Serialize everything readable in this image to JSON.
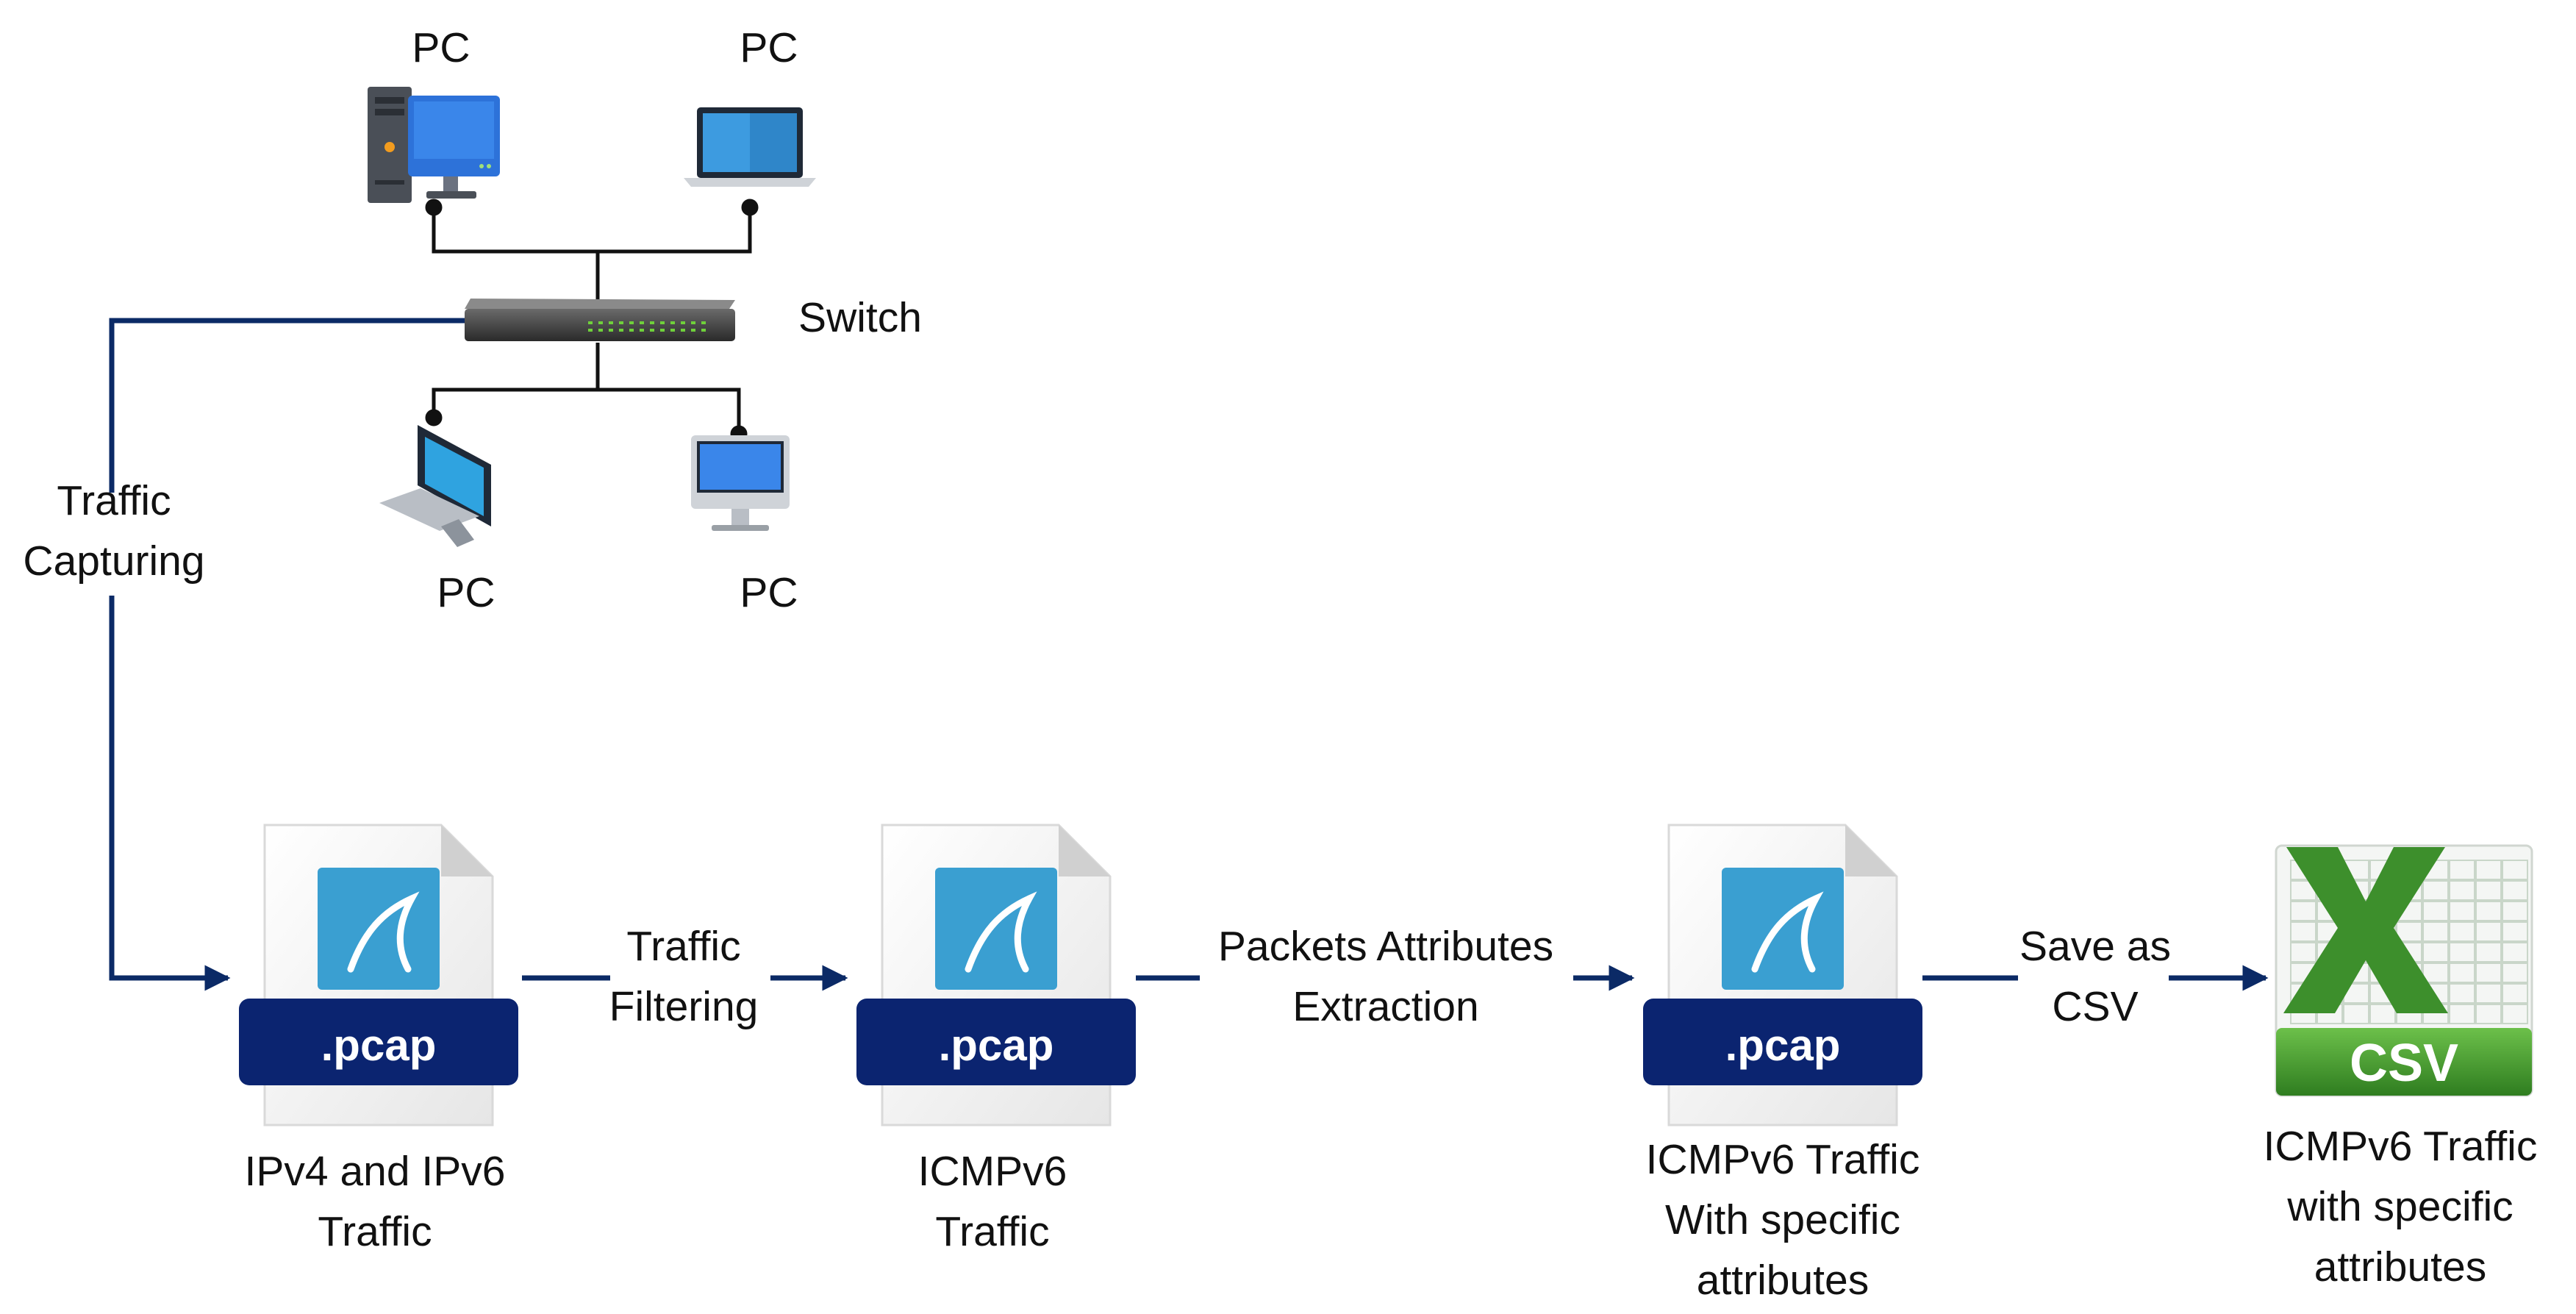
{
  "colors": {
    "flow_line": "#0b2a66",
    "lan_line": "#111111",
    "pcap_band": "#0b2470",
    "shark_tile": "#3a9fd1",
    "excel_green": "#3d8f2c"
  },
  "network": {
    "pc_top_left": "PC",
    "pc_top_right": "PC",
    "pc_bottom_left": "PC",
    "pc_bottom_right": "PC",
    "switch_label": "Switch",
    "capture_label": [
      "Traffic",
      "Capturing"
    ]
  },
  "pipeline": {
    "files": [
      {
        "ext": ".pcap",
        "caption": [
          "IPv4 and IPv6",
          "Traffic"
        ]
      },
      {
        "ext": ".pcap",
        "caption": [
          "ICMPv6",
          "Traffic"
        ]
      },
      {
        "ext": ".pcap",
        "caption": [
          "ICMPv6 Traffic",
          "With specific",
          "attributes"
        ]
      }
    ],
    "csv": {
      "ext": "CSV",
      "caption": [
        "ICMPv6 Traffic",
        "with specific",
        "attributes"
      ]
    },
    "steps": [
      [
        "Traffic",
        "Filtering"
      ],
      [
        "Packets Attributes",
        "Extraction"
      ],
      [
        "Save as",
        "CSV"
      ]
    ]
  }
}
